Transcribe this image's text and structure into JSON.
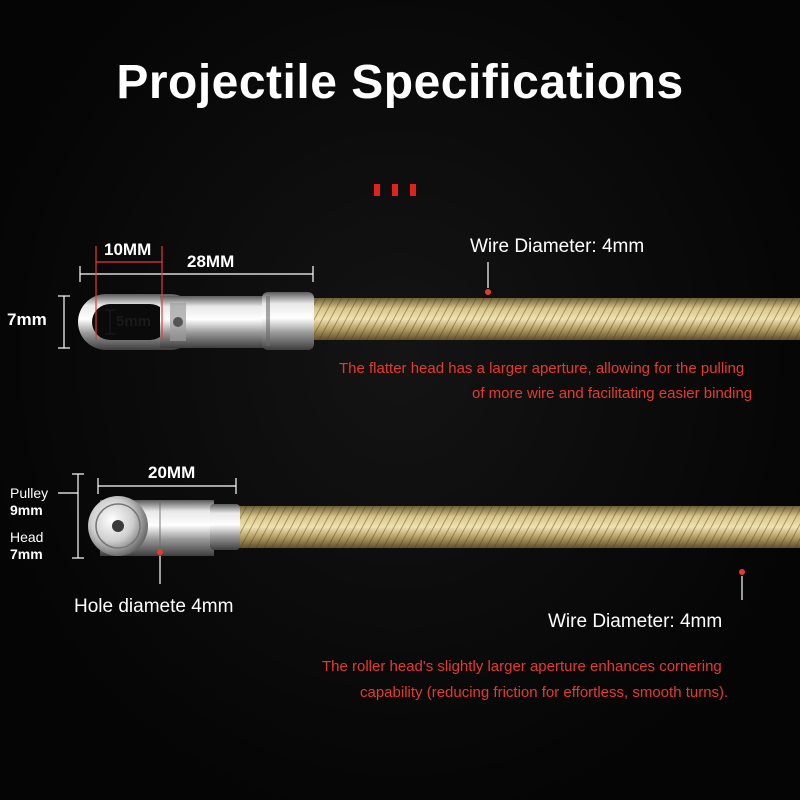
{
  "title": "Projectile Specifications",
  "top_product": {
    "dim_10mm": "10MM",
    "dim_28mm": "28MM",
    "dim_7mm": "7mm",
    "dim_5mm": "5mm",
    "wire_label": "Wire Diameter: 4mm",
    "note_line1": "The flatter head has a larger aperture, allowing for the pulling",
    "note_line2": "of more wire and facilitating easier binding"
  },
  "bottom_product": {
    "dim_20mm": "20MM",
    "pulley_label": "Pulley",
    "pulley_value": "9mm",
    "head_label": "Head",
    "head_value": "7mm",
    "hole_label": "Hole diamete 4mm",
    "wire_label": "Wire Diameter: 4mm",
    "note_line1": "The roller head's slightly larger aperture enhances cornering",
    "note_line2": "capability (reducing friction for effortless, smooth turns)."
  },
  "colors": {
    "accent_red": "#e63a2e",
    "wire_gold": "#c9b377",
    "metal": "#c8c8c8"
  }
}
